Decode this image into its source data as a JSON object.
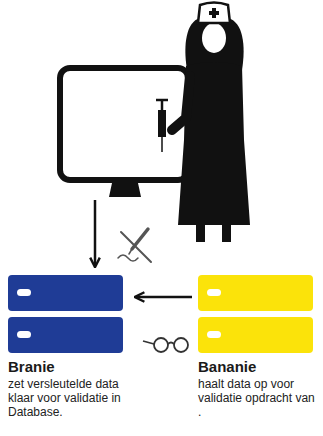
{
  "diagram": {
    "nodes": [
      {
        "text": [
          "Branie",
          "zet versleutelde data klaar voor validatie in Database."
        ]
      },
      {
        "text": [
          "Bananie",
          "haalt data op voor validatie opdracht van ."
        ]
      }
    ],
    "edges": [
      {
        "from": 1,
        "to": 0,
        "arrow": "to"
      }
    ]
  }
}
